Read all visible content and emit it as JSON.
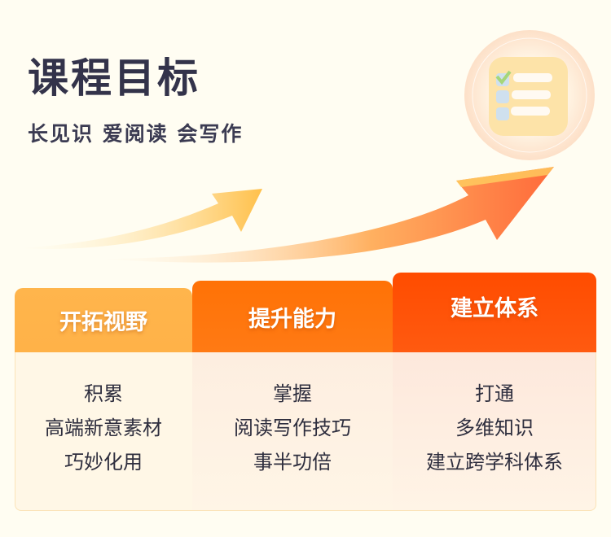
{
  "header": {
    "title": "课程目标",
    "subtitle": "长见识 爱阅读 会写作"
  },
  "decor": {
    "icon": "checklist-icon",
    "arrows": "rising-arrow-icon"
  },
  "columns": [
    {
      "title": "开拓视野",
      "lines": [
        "积累",
        "高端新意素材",
        "巧妙化用"
      ],
      "color": "#ffb24a"
    },
    {
      "title": "提升能力",
      "lines": [
        "掌握",
        "阅读写作技巧",
        "事半功倍"
      ],
      "color": "#ff7a10"
    },
    {
      "title": "建立体系",
      "lines": [
        "打通",
        "多维知识",
        "建立跨学科体系"
      ],
      "color": "#ff5200"
    }
  ]
}
